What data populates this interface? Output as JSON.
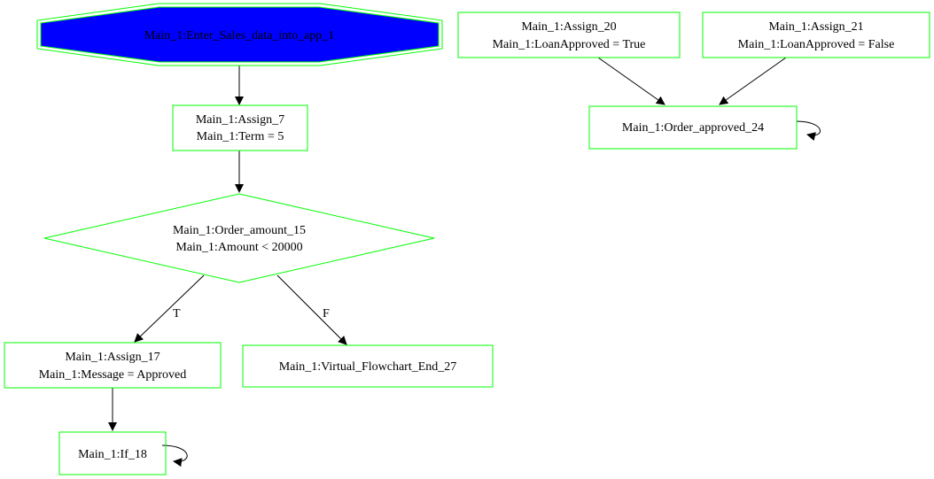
{
  "colors": {
    "node_border": "#00ff00",
    "start_fill": "#0000ff",
    "edge": "#000000",
    "text": "#000000"
  },
  "nodes": {
    "enter_sales": {
      "label": "Main_1:Enter_Sales_data_into_app_1"
    },
    "assign_7": {
      "line1": "Main_1:Assign_7",
      "line2": "Main_1:Term = 5"
    },
    "order_amount_15": {
      "line1": "Main_1:Order_amount_15",
      "line2": "Main_1:Amount < 20000"
    },
    "assign_17": {
      "line1": "Main_1:Assign_17",
      "line2": "Main_1:Message = Approved"
    },
    "virtual_end_27": {
      "label": "Main_1:Virtual_Flowchart_End_27"
    },
    "if_18": {
      "label": "Main_1:If_18"
    },
    "assign_20": {
      "line1": "Main_1:Assign_20",
      "line2": "Main_1:LoanApproved = True"
    },
    "assign_21": {
      "line1": "Main_1:Assign_21",
      "line2": "Main_1:LoanApproved = False"
    },
    "order_approved_24": {
      "label": "Main_1:Order_approved_24"
    }
  },
  "edges": {
    "true_label": "T",
    "false_label": "F"
  }
}
